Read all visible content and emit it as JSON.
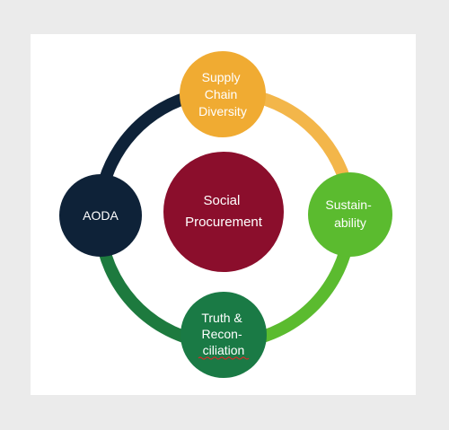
{
  "diagram": {
    "center": {
      "lines": [
        "Social",
        "Procurement"
      ],
      "color": "#8b0e2c"
    },
    "nodes": {
      "top": {
        "lines": [
          "Supply",
          "Chain",
          "Diversity"
        ],
        "color": "#f0ab32"
      },
      "right": {
        "lines": [
          "Sustain-",
          "ability"
        ],
        "color": "#5bbb2f"
      },
      "bottom": {
        "lines": [
          "Truth &",
          "Recon-",
          "ciliation"
        ],
        "color": "#1a7a45"
      },
      "left": {
        "lines": [
          "AODA"
        ],
        "color": "#0e2238"
      }
    },
    "ring_colors": {
      "top_right": "#f3b64a",
      "bottom_right": "#5bbb2f",
      "bottom_left": "#1d7a3e",
      "top_left": "#0e2238"
    }
  }
}
